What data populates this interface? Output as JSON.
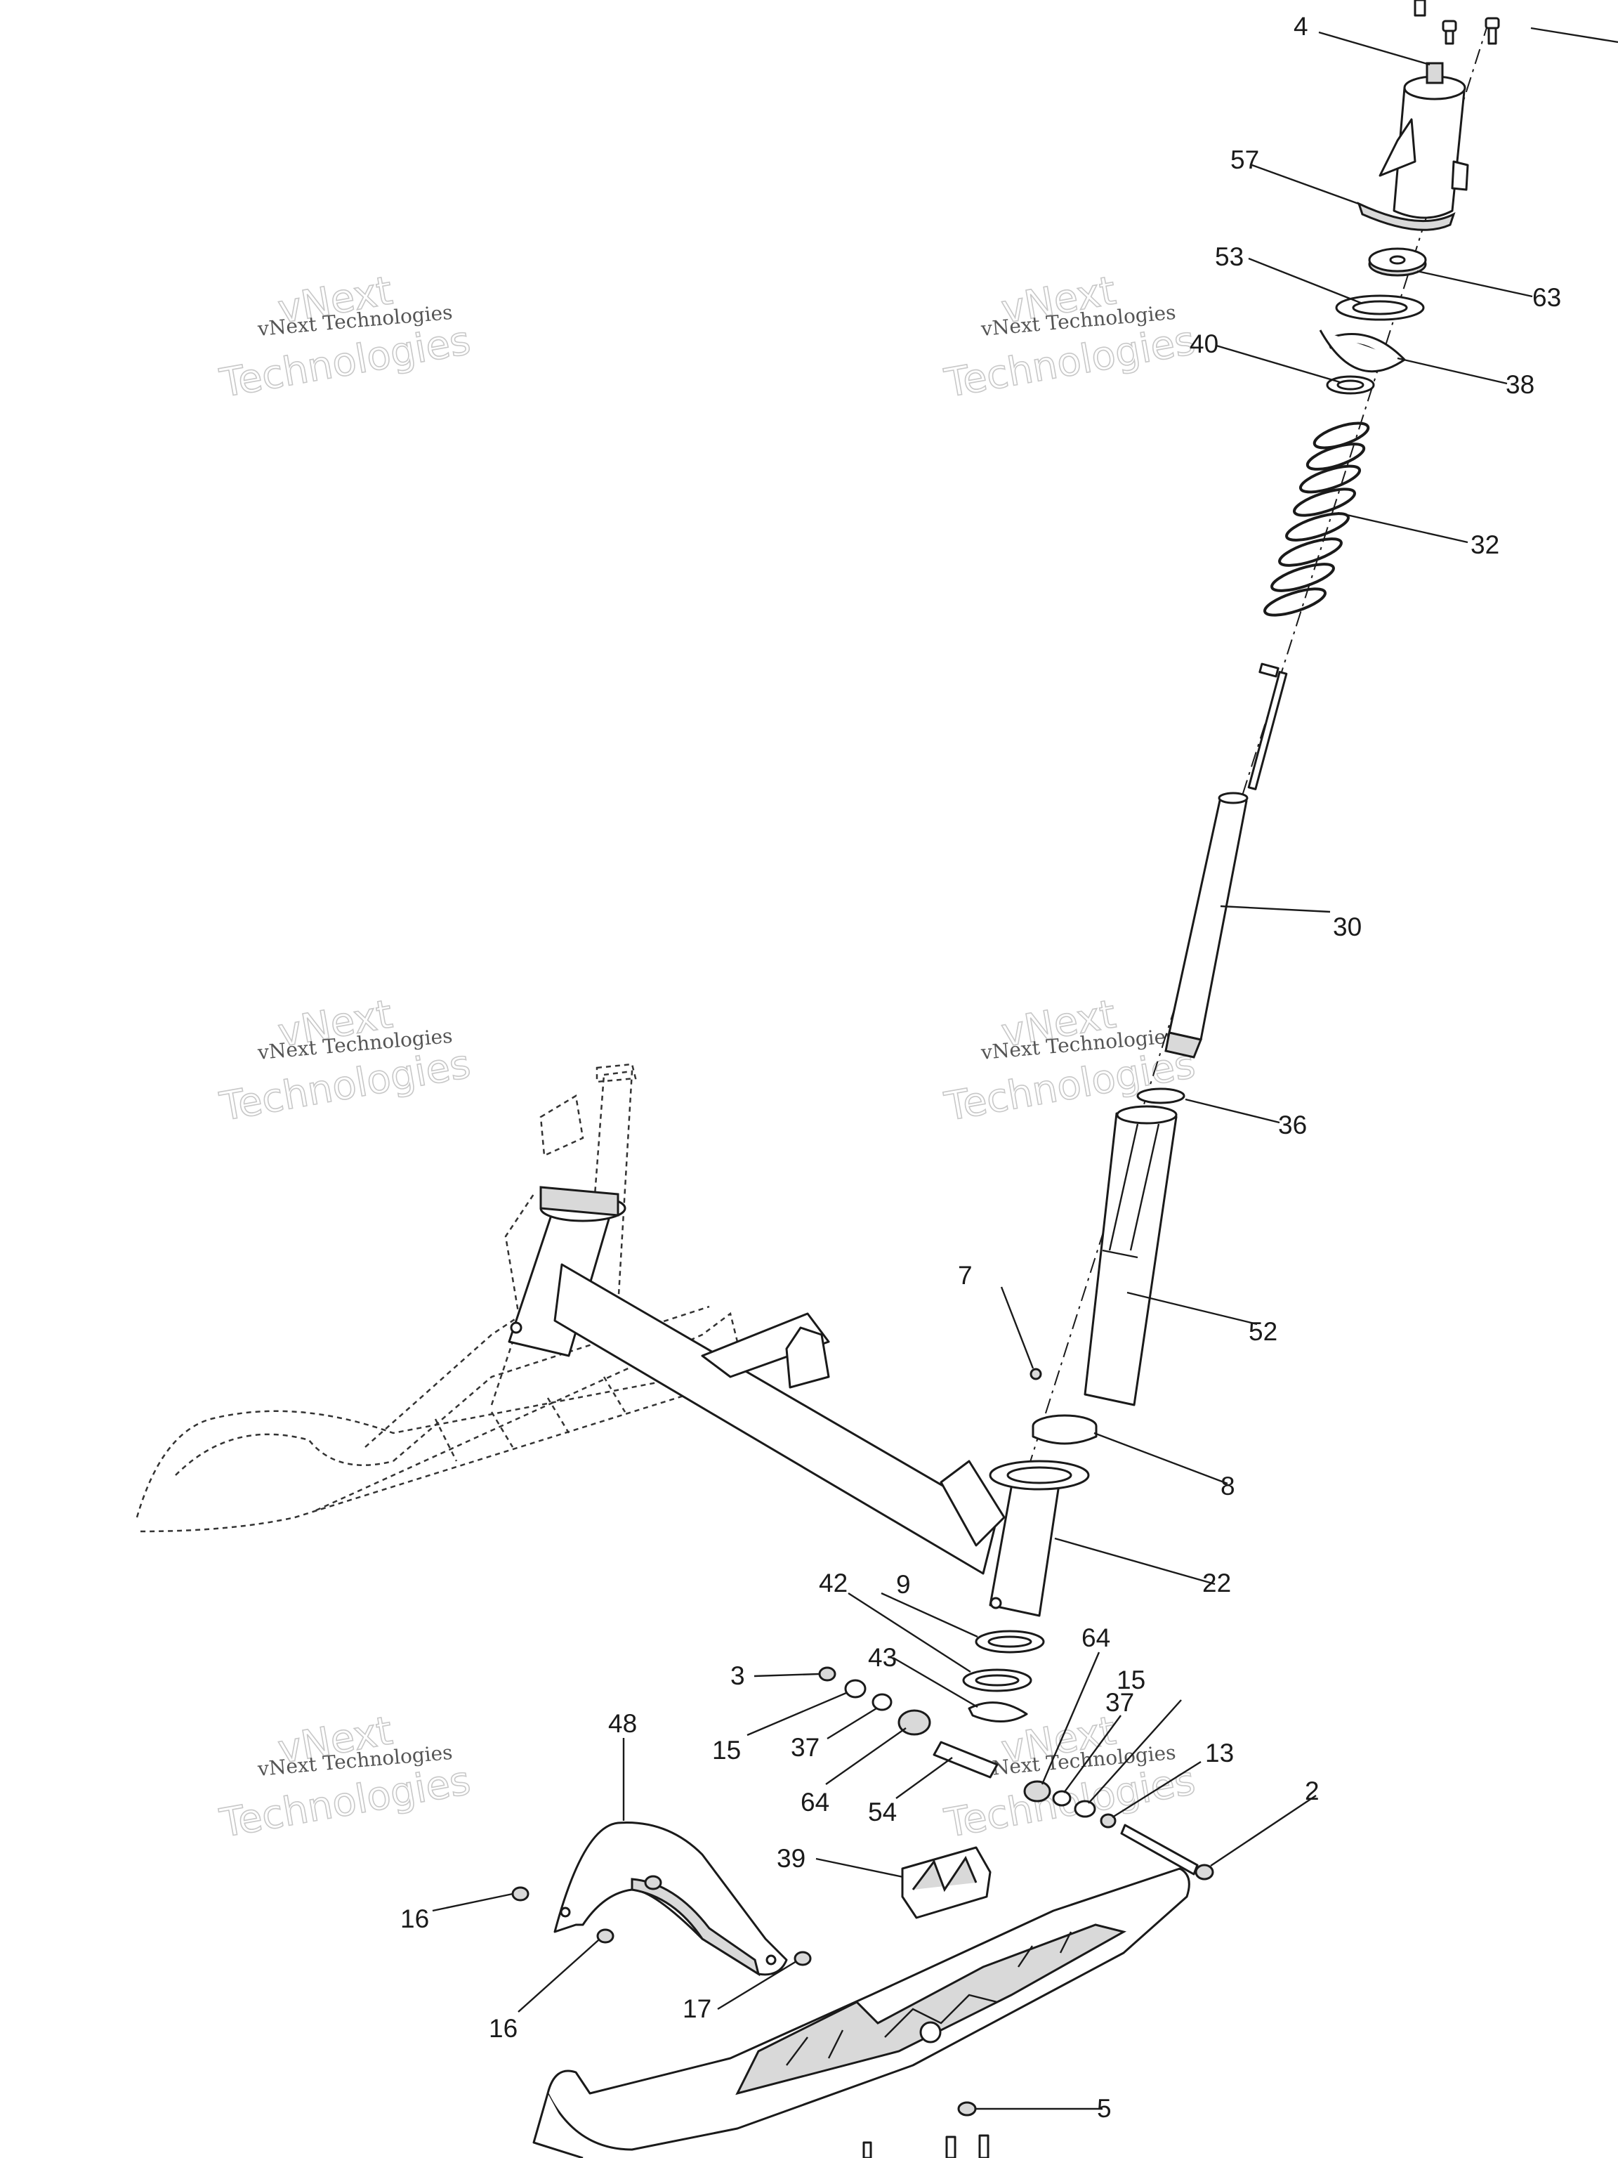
{
  "callouts": {
    "c4": "4",
    "c57": "57",
    "c53": "53",
    "c63": "63",
    "c40": "40",
    "c38": "38",
    "c32": "32",
    "c30": "30",
    "c36": "36",
    "c7": "7",
    "c52": "52",
    "c8": "8",
    "c22": "22",
    "c42": "42",
    "c9": "9",
    "c64a": "64",
    "c43": "43",
    "c3": "3",
    "c15a": "15",
    "c37a": "37",
    "c15b": "15",
    "c37b": "37",
    "c64b": "64",
    "c54": "54",
    "c13": "13",
    "c2": "2",
    "c48": "48",
    "c39": "39",
    "c16a": "16",
    "c16b": "16",
    "c17": "17",
    "c5": "5"
  },
  "watermark": {
    "brand": "vNext",
    "company": "vNext Technologies",
    "word": "Technologies"
  },
  "colors": {
    "line": "#1a1a1a",
    "shade": "#d9d9d9",
    "watermark": "#c8c8c8"
  }
}
